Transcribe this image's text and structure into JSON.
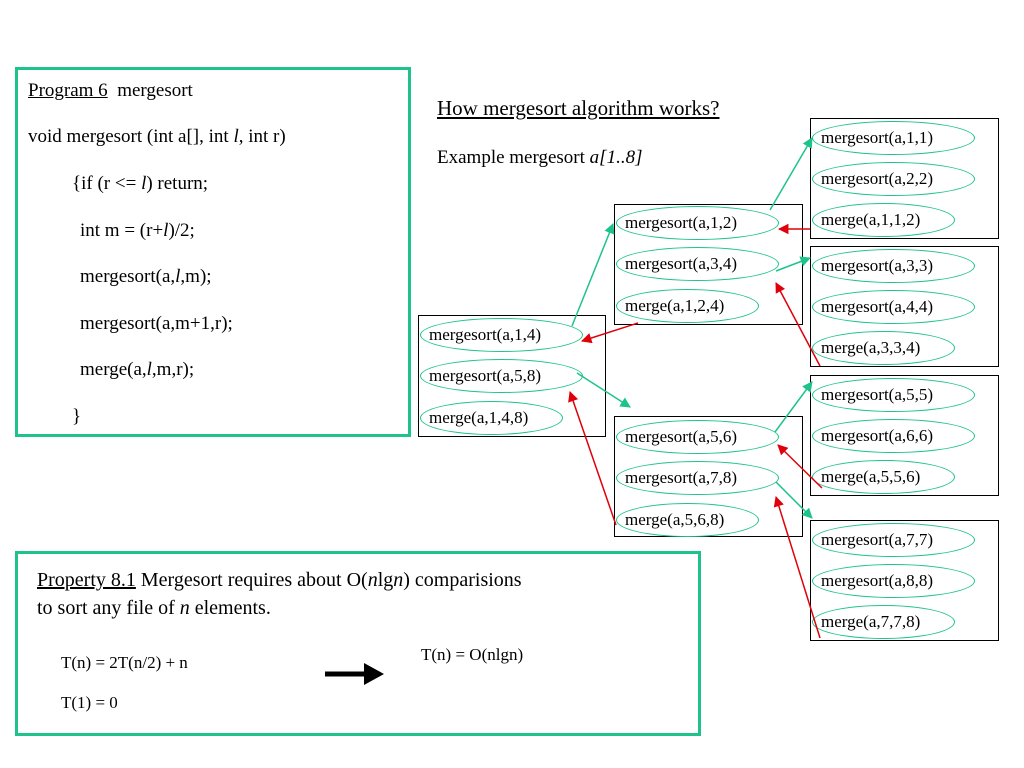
{
  "program": {
    "title": "Program 6",
    "name": "mergesort",
    "lines": [
      "void mergesort (int a[], int ",
      "l",
      ", int r)",
      "{if  (r <= ",
      "l",
      ") return;",
      "int m = (r+",
      "l",
      ")/2;",
      "mergesort(a,",
      "l",
      ",m);",
      "mergesort(a,m+1,r);",
      "merge(a,",
      "l",
      ",m,r);",
      "}"
    ]
  },
  "heading": {
    "title": "How mergesort algorithm works?",
    "example_prefix": "Example  mergesort ",
    "example_a": "a",
    "example_range": "[1..8]"
  },
  "tree": {
    "root": [
      "mergesort(a,1,4)",
      "mergesort(a,5,8)",
      "merge(a,1,4,8)"
    ],
    "left": [
      "mergesort(a,1,2)",
      "mergesort(a,3,4)",
      "merge(a,1,2,4)"
    ],
    "right": [
      "mergesort(a,5,6)",
      "mergesort(a,7,8)",
      "merge(a,5,6,8)"
    ],
    "ll": [
      "mergesort(a,1,1)",
      "mergesort(a,2,2)",
      "merge(a,1,1,2)"
    ],
    "lr": [
      "mergesort(a,3,3)",
      "mergesort(a,4,4)",
      "merge(a,3,3,4)"
    ],
    "rl": [
      "mergesort(a,5,5)",
      "mergesort(a,6,6)",
      "merge(a,5,5,6)"
    ],
    "rr": [
      "mergesort(a,7,7)",
      "mergesort(a,8,8)",
      "merge(a,7,7,8)"
    ]
  },
  "property": {
    "title": "Property 8.1",
    "text1": "  Mergesort requires about O(",
    "n1": "n",
    "lg": "lg",
    "n2": "n",
    "text2": ") comparisions",
    "text3": "to sort any file of ",
    "n3": "n",
    "text4": " elements.",
    "rec1": "T(n) = 2T(n/2) + n",
    "rec2": "T(1) = 0",
    "result": "T(n) = O(nlgn)"
  },
  "colors": {
    "green": "#1ec38c",
    "red": "#e0000a"
  }
}
